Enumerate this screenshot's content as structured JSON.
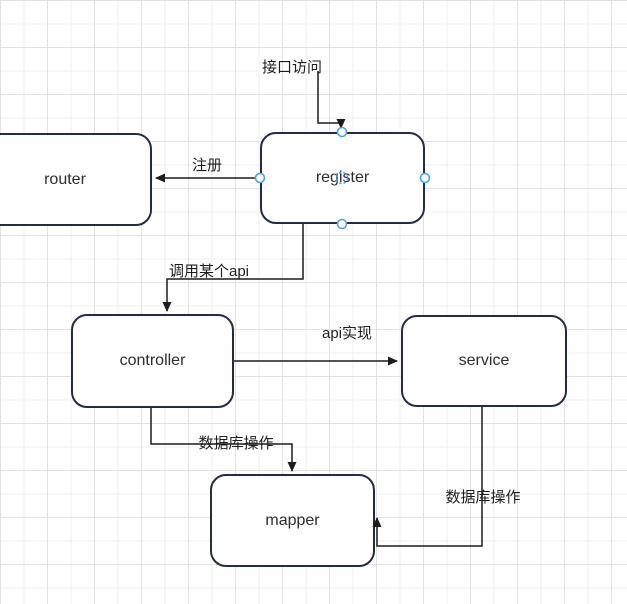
{
  "diagram": {
    "title_hint": "api-registration-flowchart",
    "nodes": [
      {
        "id": "router",
        "label": "router"
      },
      {
        "id": "register",
        "label": "register",
        "selected": true
      },
      {
        "id": "controller",
        "label": "controller"
      },
      {
        "id": "service",
        "label": "service"
      },
      {
        "id": "mapper",
        "label": "mapper"
      }
    ],
    "edges": [
      {
        "id": "access-to-register",
        "label": "接口访问",
        "from": "external",
        "to": "register"
      },
      {
        "id": "register-to-router",
        "label": "注册",
        "from": "register",
        "to": "router"
      },
      {
        "id": "register-to-controller",
        "label": "调用某个api",
        "from": "register",
        "to": "controller"
      },
      {
        "id": "controller-to-service",
        "label": "api实现",
        "from": "controller",
        "to": "service"
      },
      {
        "id": "controller-to-mapper",
        "label": "数据库操作",
        "from": "controller",
        "to": "mapper"
      },
      {
        "id": "service-to-mapper",
        "label": "数据库操作",
        "from": "service",
        "to": "mapper"
      }
    ],
    "colors": {
      "node_border": "#242b49",
      "connector": "#1c1c1c",
      "selection_handle": "#4d9ff0",
      "grid_minor": "#efefef",
      "grid_major": "#e2e2e2",
      "text": "#2d2d2d"
    }
  }
}
